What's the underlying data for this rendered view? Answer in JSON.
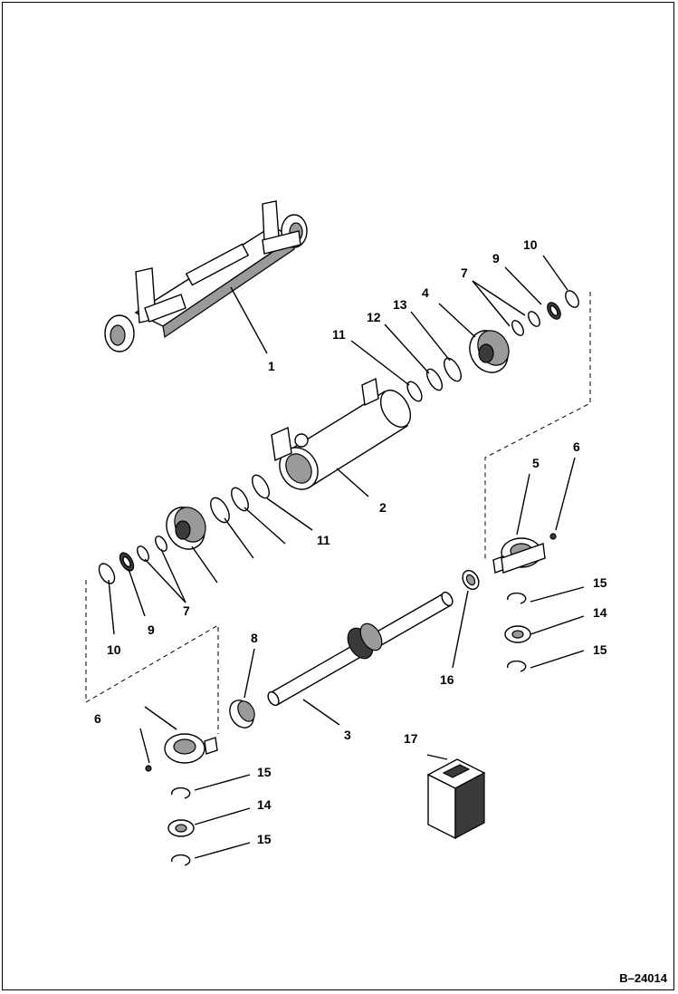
{
  "diagram_ref": "B–24014",
  "labels": [
    {
      "id": "l1",
      "text": "1"
    },
    {
      "id": "l2",
      "text": "2"
    },
    {
      "id": "l3",
      "text": "3"
    },
    {
      "id": "l4",
      "text": "4"
    },
    {
      "id": "l5",
      "text": "5"
    },
    {
      "id": "l6a",
      "text": "6"
    },
    {
      "id": "l6b",
      "text": "6"
    },
    {
      "id": "l7a",
      "text": "7"
    },
    {
      "id": "l7b",
      "text": "7"
    },
    {
      "id": "l8",
      "text": "8"
    },
    {
      "id": "l9a",
      "text": "9"
    },
    {
      "id": "l9b",
      "text": "9"
    },
    {
      "id": "l10a",
      "text": "10"
    },
    {
      "id": "l10b",
      "text": "10"
    },
    {
      "id": "l11a",
      "text": "11"
    },
    {
      "id": "l11b",
      "text": "11"
    },
    {
      "id": "l12",
      "text": "12"
    },
    {
      "id": "l13",
      "text": "13"
    },
    {
      "id": "l14a",
      "text": "14"
    },
    {
      "id": "l14b",
      "text": "14"
    },
    {
      "id": "l15a",
      "text": "15"
    },
    {
      "id": "l15b",
      "text": "15"
    },
    {
      "id": "l15c",
      "text": "15"
    },
    {
      "id": "l15d",
      "text": "15"
    },
    {
      "id": "l16",
      "text": "16"
    },
    {
      "id": "l17",
      "text": "17"
    }
  ]
}
